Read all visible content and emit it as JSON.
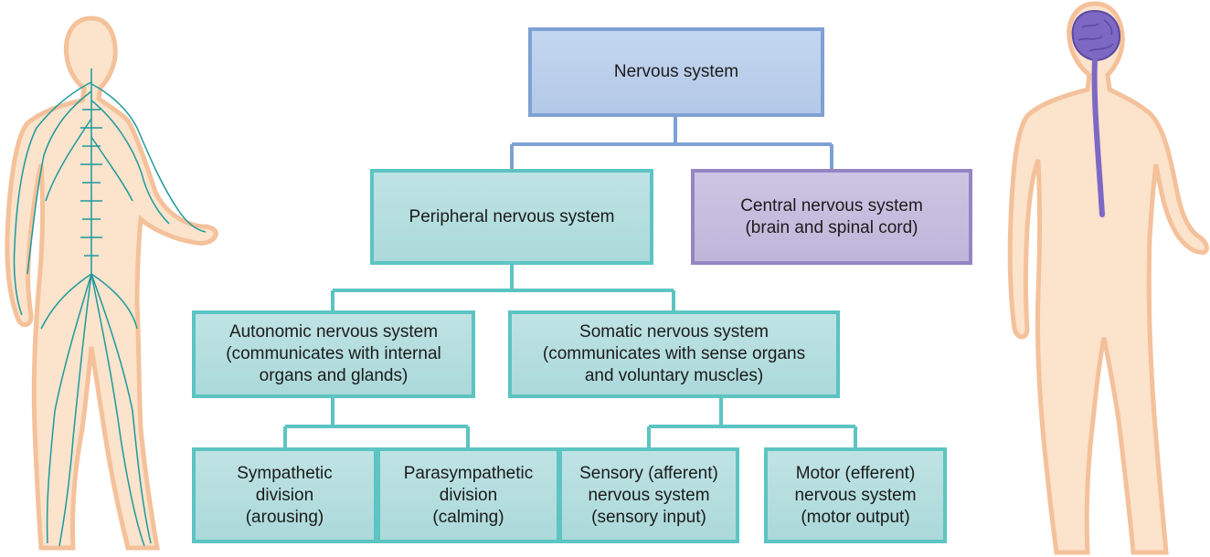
{
  "nodes": {
    "nervous_system": "Nervous system",
    "peripheral": "Peripheral nervous system",
    "central": "Central nervous system\n(brain and spinal cord)",
    "autonomic": "Autonomic nervous system\n(communicates with internal\norgans and glands)",
    "somatic": "Somatic nervous system\n(communicates with sense organs\nand voluntary muscles)",
    "sympathetic": "Sympathetic\ndivision\n(arousing)",
    "parasympathetic": "Parasympathetic\ndivision\n(calming)",
    "sensory": "Sensory (afferent)\nnervous system\n(sensory input)",
    "motor": "Motor (efferent)\nnervous system\n(motor output)"
  },
  "colors": {
    "blue_border": "#7ea1d3",
    "teal_border": "#5cc4c2",
    "purple_border": "#9486c4",
    "skin": "#fbe3cc",
    "skin_outline": "#f4c19a",
    "nerve": "#1d9a9c",
    "brain": "#7d68c4"
  }
}
